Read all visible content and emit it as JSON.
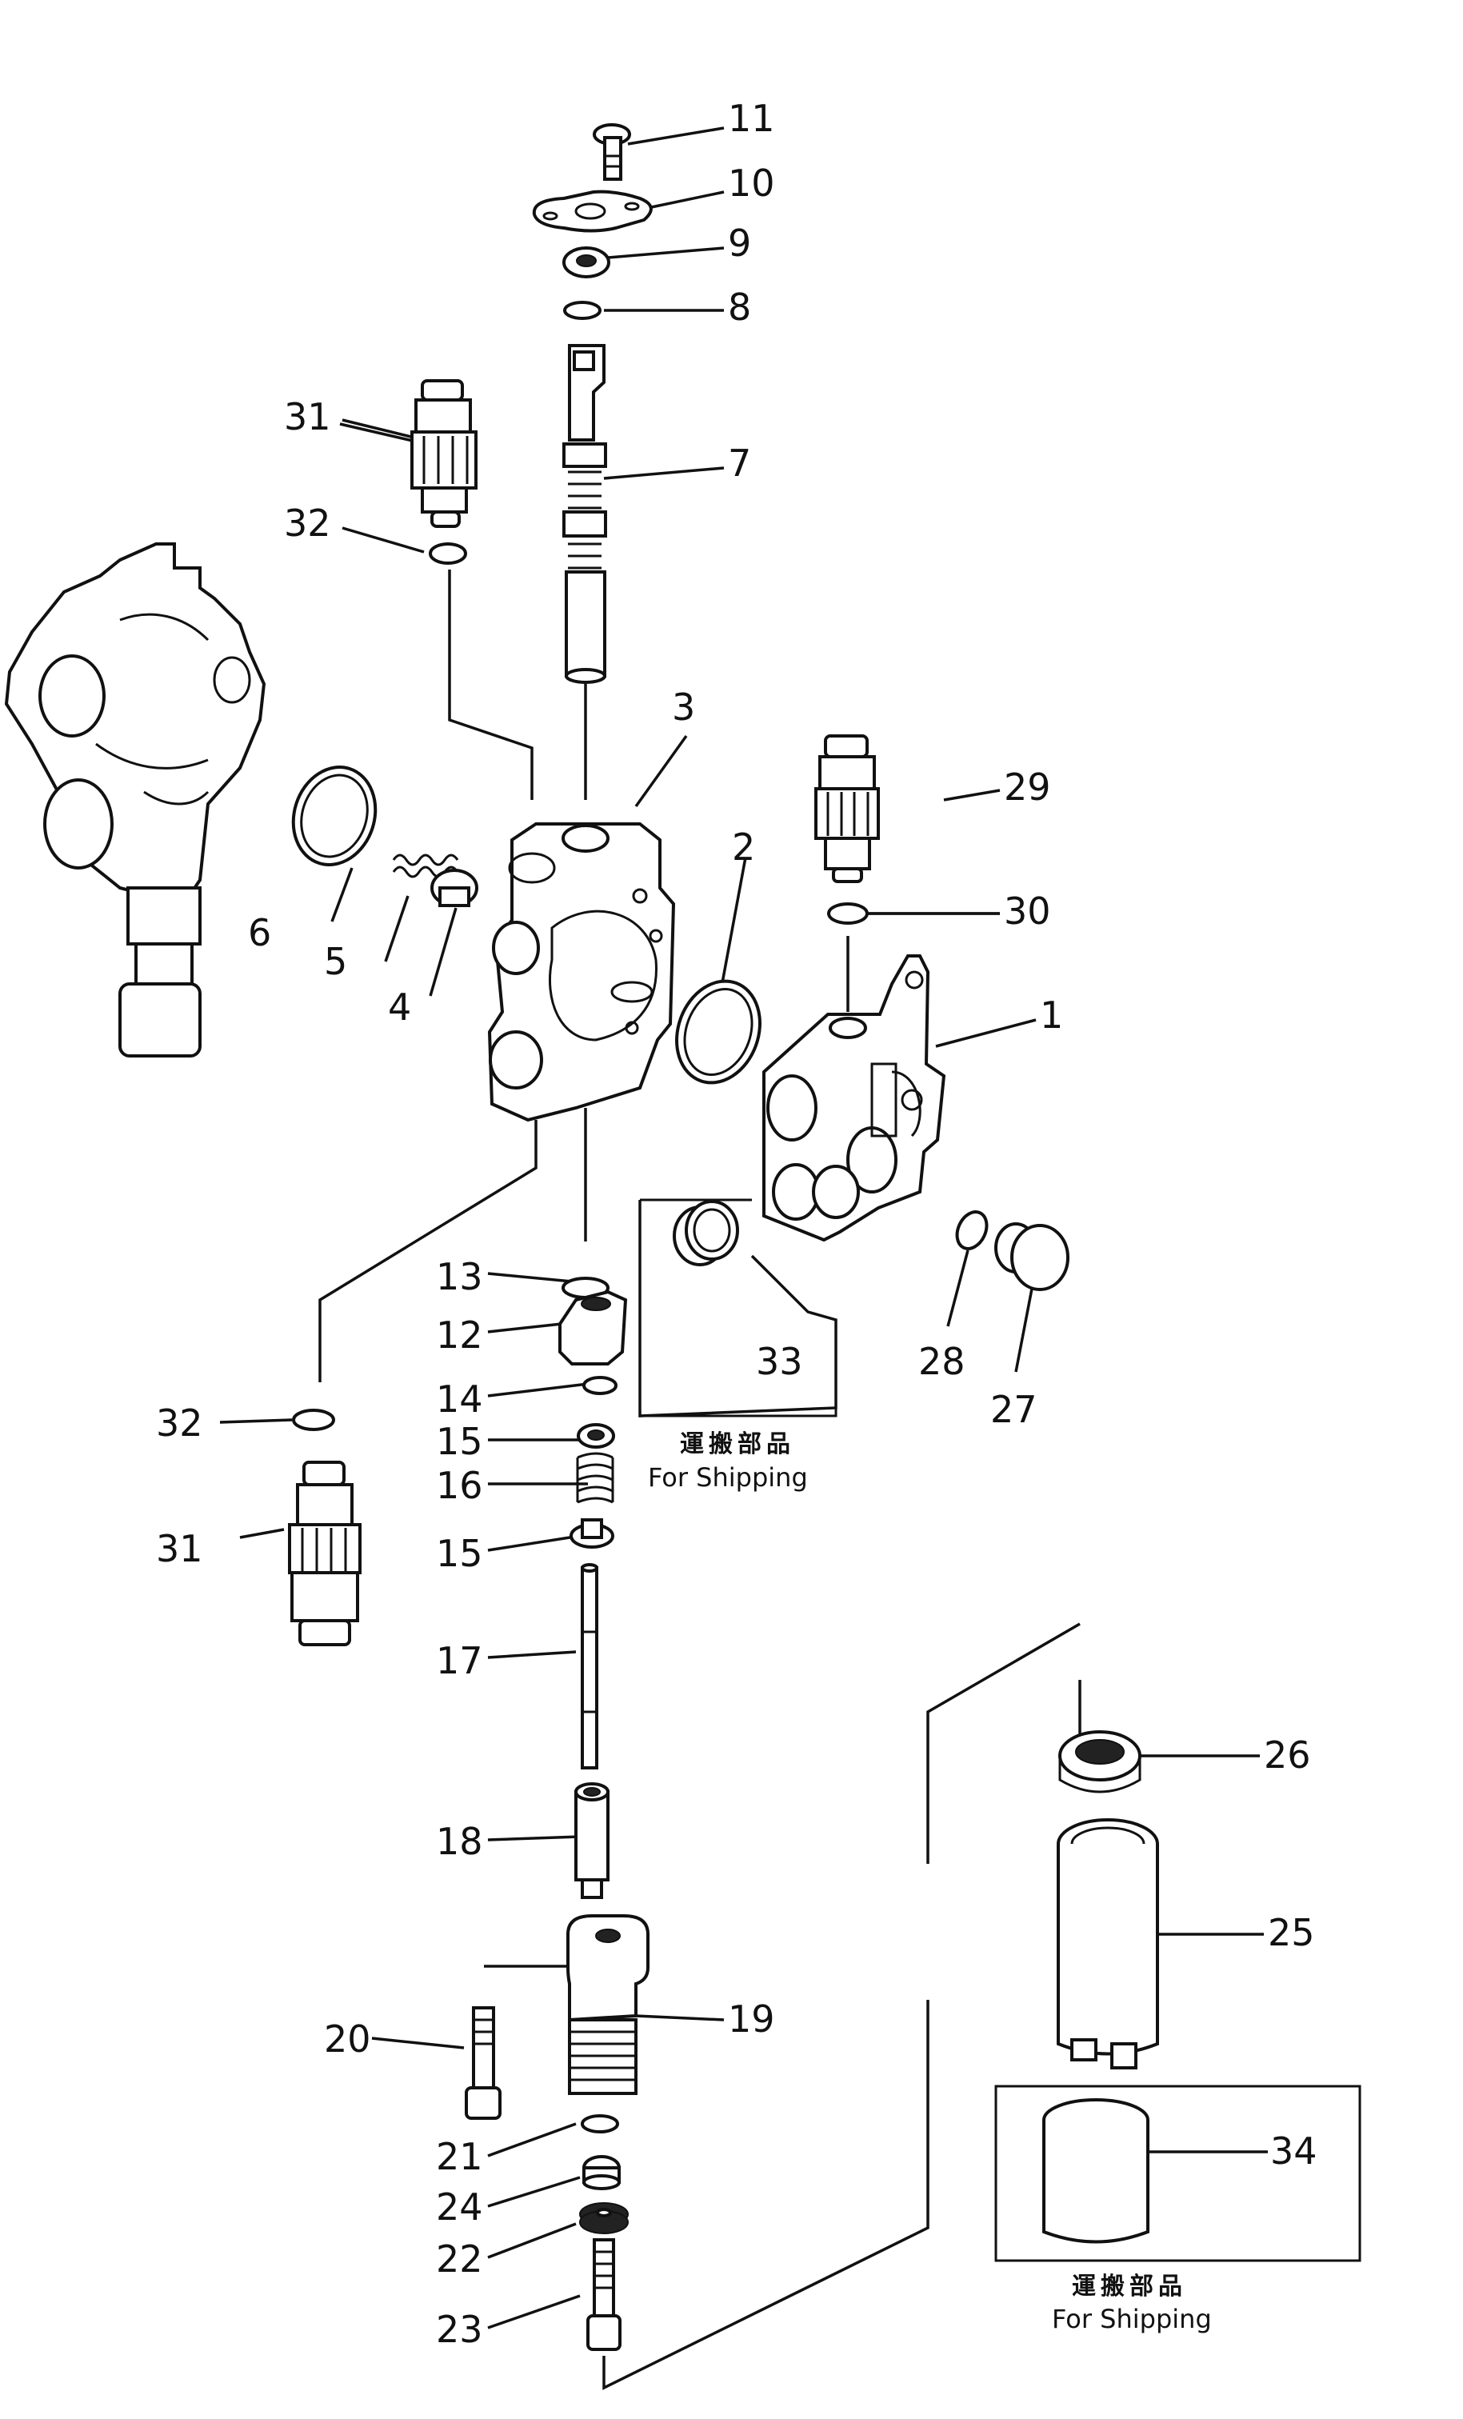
{
  "labels": {
    "l1": "1",
    "l2": "2",
    "l3": "3",
    "l4": "4",
    "l5": "5",
    "l6": "6",
    "l7": "7",
    "l8": "8",
    "l9": "9",
    "l10": "10",
    "l11": "11",
    "l12": "12",
    "l13": "13",
    "l14": "14",
    "l15a": "15",
    "l15b": "15",
    "l16": "16",
    "l17": "17",
    "l18": "18",
    "l19": "19",
    "l20": "20",
    "l21": "21",
    "l22": "22",
    "l23": "23",
    "l24": "24",
    "l25": "25",
    "l26": "26",
    "l27": "27",
    "l28": "28",
    "l29": "29",
    "l30": "30",
    "l31a": "31",
    "l31b": "31",
    "l32a": "32",
    "l32b": "32",
    "l33": "33",
    "l34": "34"
  },
  "shipping_box_1": {
    "jp": "運搬部品",
    "en": "For  Shipping"
  },
  "shipping_box_2": {
    "jp": "運搬部品",
    "en": "For  Shipping"
  }
}
